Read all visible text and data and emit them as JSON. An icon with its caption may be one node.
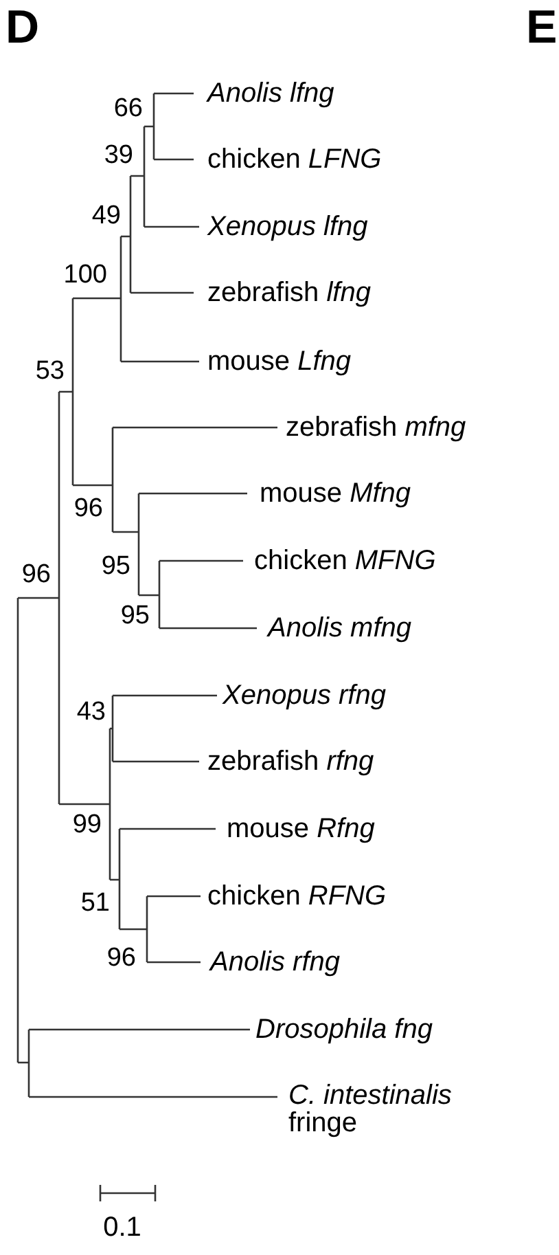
{
  "diagram": {
    "labels": [
      "D",
      "E",
      "66",
      "Anolis lfng",
      "39",
      "chicken *LFNG*",
      "49",
      "Xenopus lfng",
      "100",
      "zebrafish *lfng*",
      "53",
      "mouse *Lfng*",
      "zebrafish *mfng*",
      "96",
      "mouse *Mfng*",
      "95",
      "chicken *MFNG*",
      "96",
      "95",
      "Anolis mfng",
      "43",
      "Xenopus rfng",
      "zebrafish *rfng*",
      "99",
      "mouse *Rfng*",
      "51",
      "chicken *RFNG*",
      "96",
      "Anolis rfng",
      "Drosophila fng",
      "*C. intestinalis* fringe",
      "0.1"
    ]
  }
}
